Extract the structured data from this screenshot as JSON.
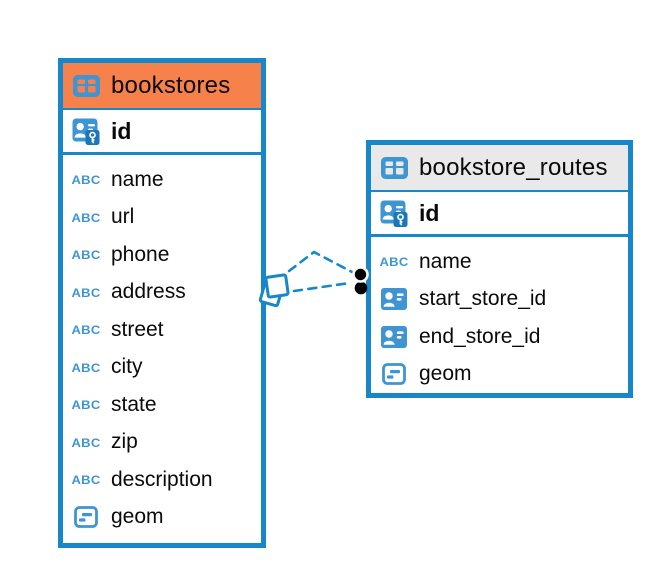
{
  "colors": {
    "accent_blue": "#1787C9",
    "icon_blue": "#3E95D2",
    "icon_blue_dark": "#1B76BB",
    "bookstores_header": "#F7814A",
    "routes_header": "#E9E9E9",
    "marker_black": "#000000",
    "text": "#0A0A0A",
    "background": "#FFFFFF"
  },
  "tables": [
    {
      "name": "bookstores",
      "header_color": "#F7814A",
      "columns": [
        {
          "name": "id",
          "type_icon": "primary-key",
          "primary_key": true
        },
        {
          "name": "name",
          "type_icon": "text"
        },
        {
          "name": "url",
          "type_icon": "text"
        },
        {
          "name": "phone",
          "type_icon": "text"
        },
        {
          "name": "address",
          "type_icon": "text"
        },
        {
          "name": "street",
          "type_icon": "text"
        },
        {
          "name": "city",
          "type_icon": "text"
        },
        {
          "name": "state",
          "type_icon": "text"
        },
        {
          "name": "zip",
          "type_icon": "text"
        },
        {
          "name": "description",
          "type_icon": "text"
        },
        {
          "name": "geom",
          "type_icon": "geometry"
        }
      ]
    },
    {
      "name": "bookstore_routes",
      "header_color": "#E9E9E9",
      "columns": [
        {
          "name": "id",
          "type_icon": "primary-key",
          "primary_key": true
        },
        {
          "name": "name",
          "type_icon": "text"
        },
        {
          "name": "start_store_id",
          "type_icon": "reference"
        },
        {
          "name": "end_store_id",
          "type_icon": "reference"
        },
        {
          "name": "geom",
          "type_icon": "geometry"
        }
      ]
    }
  ],
  "relationships": [
    {
      "from_table": "bookstores",
      "to_table": "bookstore_routes",
      "line_style": "dashed",
      "source_marker": "stacked-squares",
      "target_marker": "black-dot"
    },
    {
      "from_table": "bookstores",
      "to_table": "bookstore_routes",
      "line_style": "dashed",
      "source_marker": "stacked-squares",
      "target_marker": "black-dot"
    }
  ]
}
